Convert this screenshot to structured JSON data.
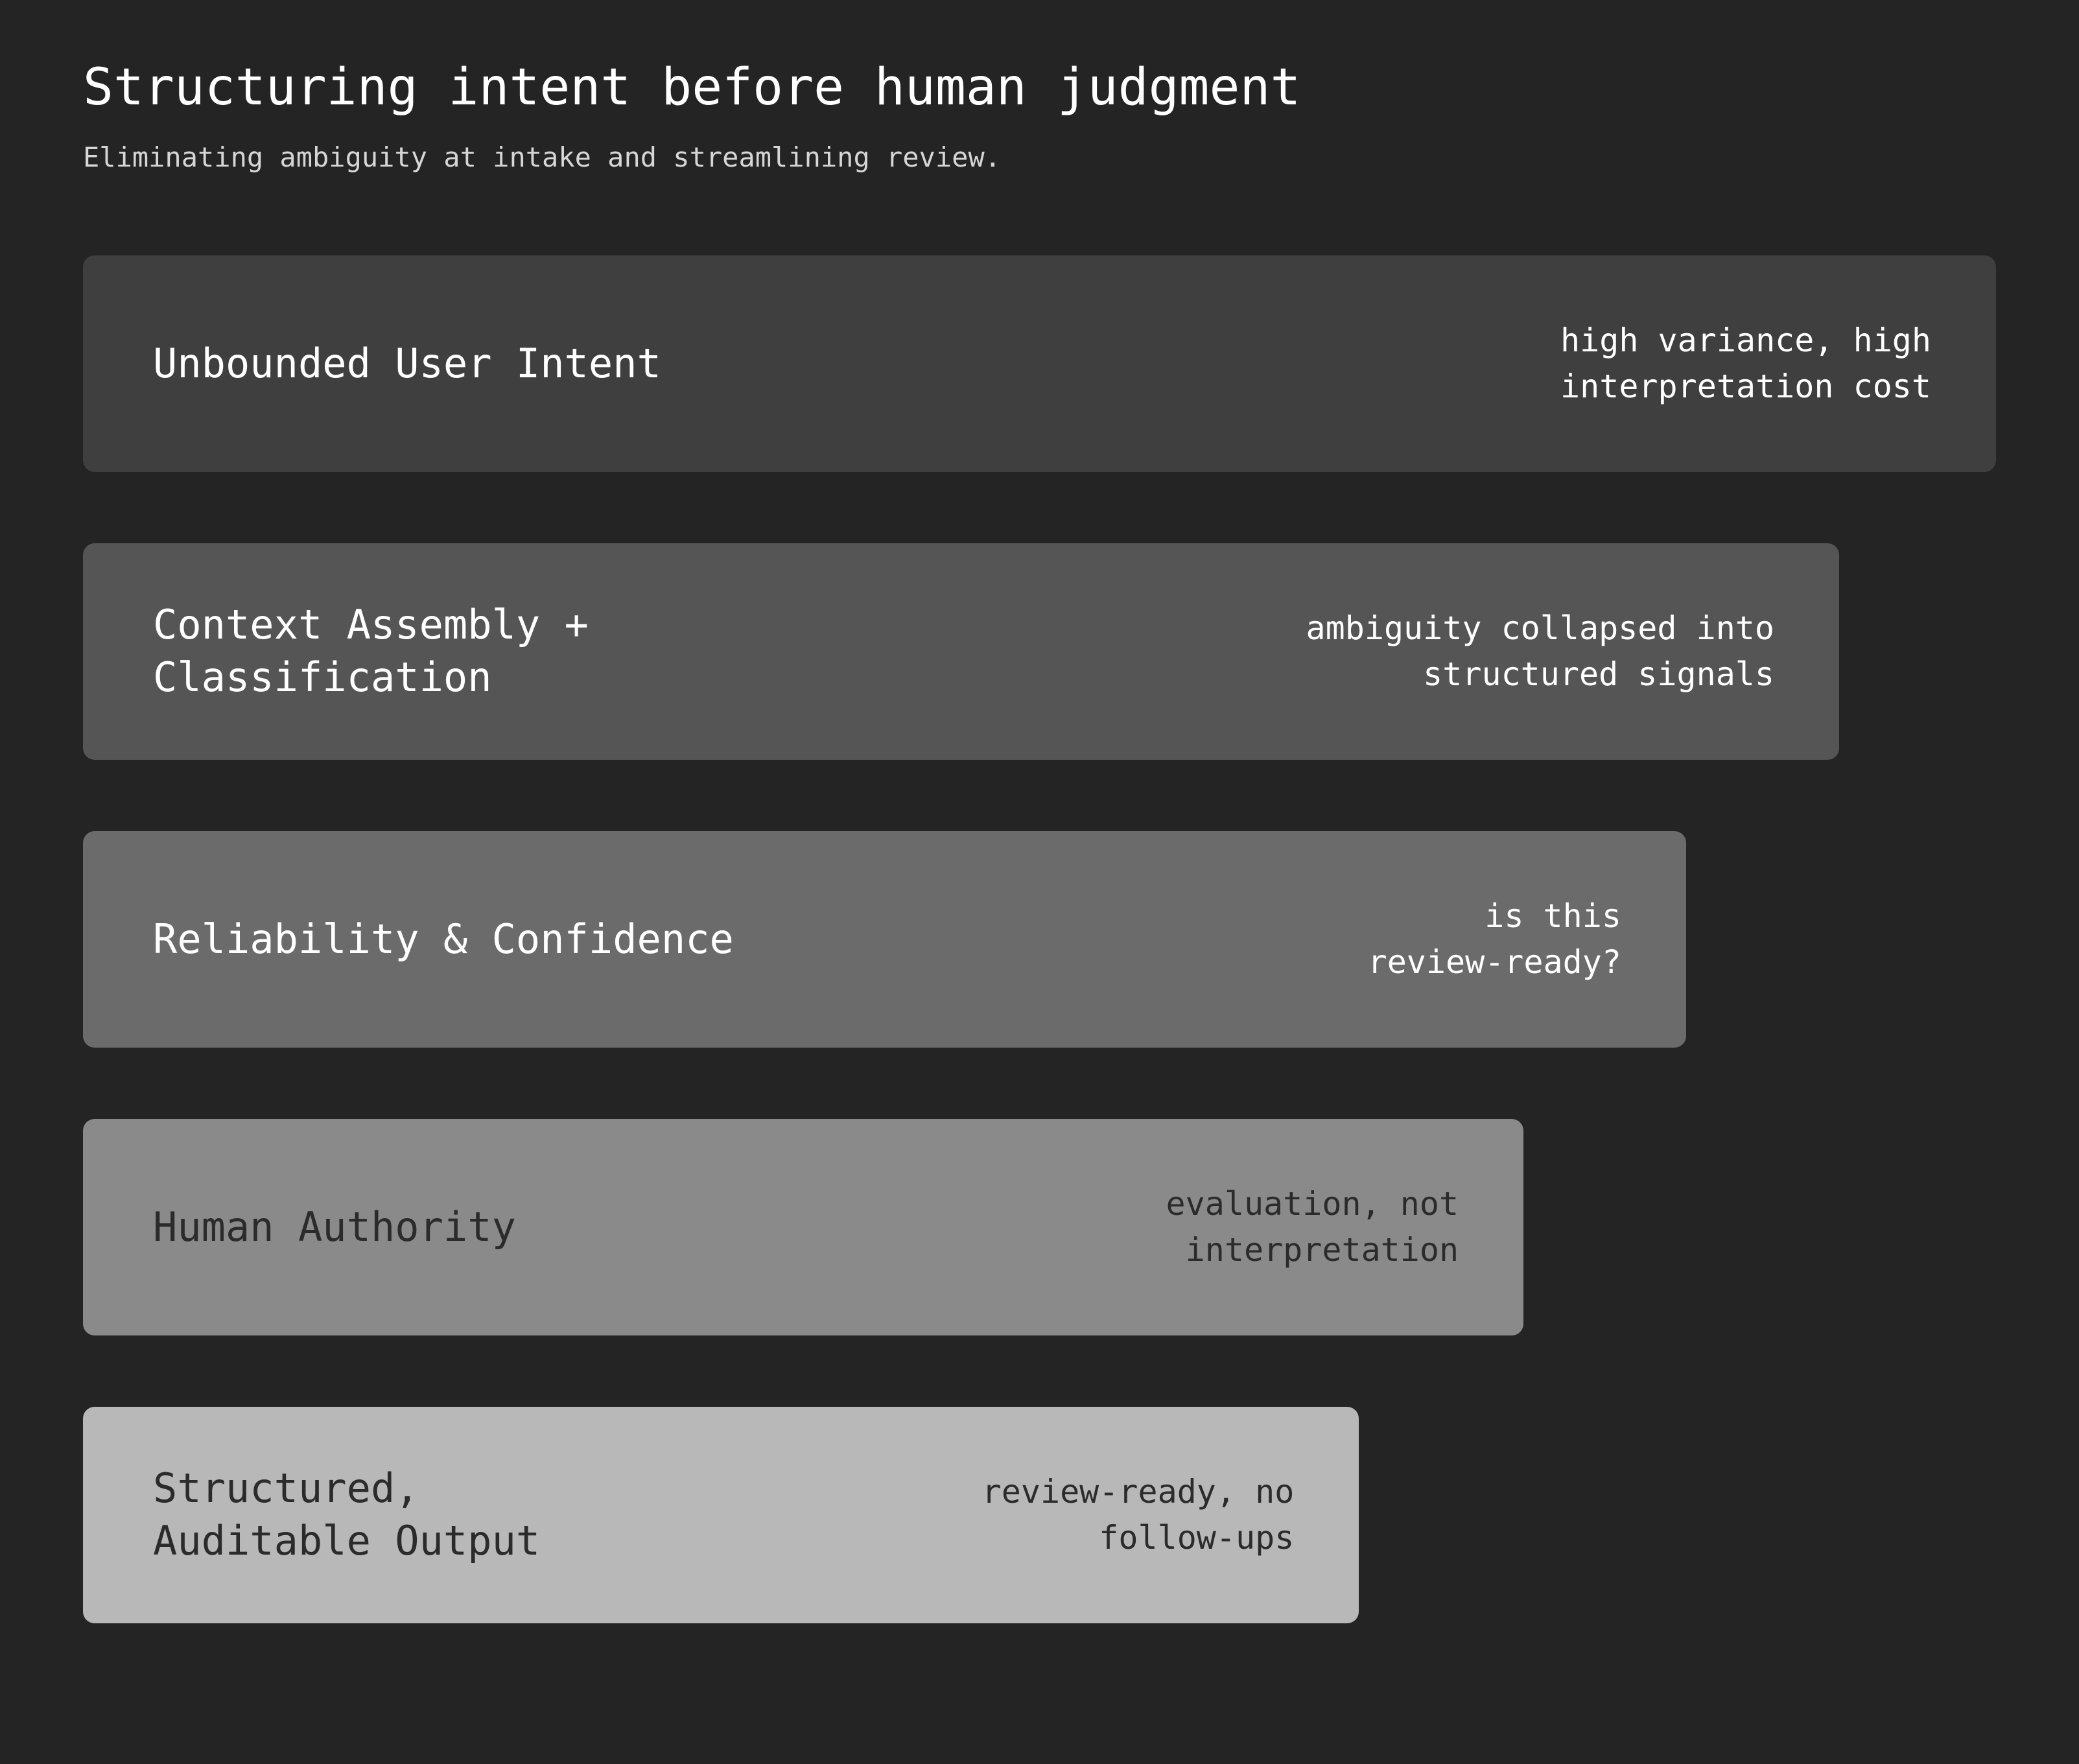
{
  "header": {
    "title": "Structuring intent before human judgment",
    "subtitle": "Eliminating ambiguity at intake and streamlining review."
  },
  "theme": {
    "background": "#242424",
    "title_color": "#ffffff",
    "subtitle_color": "#d6d6d6"
  },
  "funnel": {
    "stages": [
      {
        "label": "Unbounded User Intent",
        "note": "high variance, high interpretation cost",
        "fill": "#3f3f3f",
        "text_color": "#ffffff",
        "width_pct": 100
      },
      {
        "label": "Context Assembly +\nClassification",
        "note": "ambiguity collapsed into structured signals",
        "fill": "#555555",
        "text_color": "#ffffff",
        "width_pct": 91.8
      },
      {
        "label": "Reliability & Confidence",
        "note": "is this review-ready?",
        "fill": "#6b6b6b",
        "text_color": "#ffffff",
        "width_pct": 83.8
      },
      {
        "label": "Human Authority",
        "note": "evaluation, not interpretation",
        "fill": "#8a8a8a",
        "text_color": "#2b2b2b",
        "width_pct": 75.3
      },
      {
        "label": "Structured,\nAuditable Output",
        "note": "review-ready, no follow-ups",
        "fill": "#b8b8b8",
        "text_color": "#2b2b2b",
        "width_pct": 66.7
      }
    ]
  }
}
